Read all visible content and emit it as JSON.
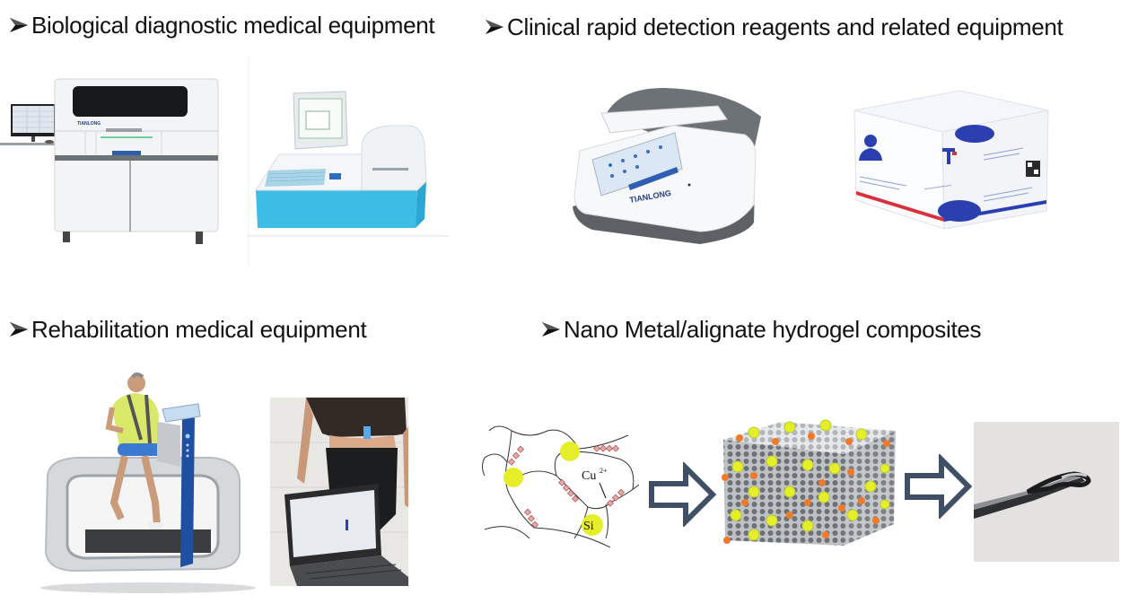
{
  "sections": [
    {
      "heading": "Biological diagnostic medical equipment",
      "bullet_icon": "arrow-bullet"
    },
    {
      "heading": "Clinical rapid detection reagents and related equipment",
      "bullet_icon": "arrow-bullet"
    },
    {
      "heading": "Rehabilitation medical equipment",
      "bullet_icon": "arrow-bullet"
    },
    {
      "heading": "Nano Metal/alignate hydrogel composites",
      "bullet_icon": "arrow-bullet"
    }
  ],
  "images": {
    "pcr_brand": "TIANLONG",
    "analyzer_brand": "TIANLONG",
    "hydrogel_labels": {
      "copper": "Cu",
      "copper_charge": "2+",
      "silicon": "Si"
    }
  },
  "colors": {
    "flow_arrow": "#3f4f66",
    "nanoparticle_yellow": "#e6ee2a",
    "nanoparticle_orange": "#f07a2a",
    "reagent_blue": "#2b3fb0",
    "reagent_red": "#d8313b",
    "treadmill_blue": "#1f4fa0",
    "analyzer_cyan": "#3cbde6"
  }
}
